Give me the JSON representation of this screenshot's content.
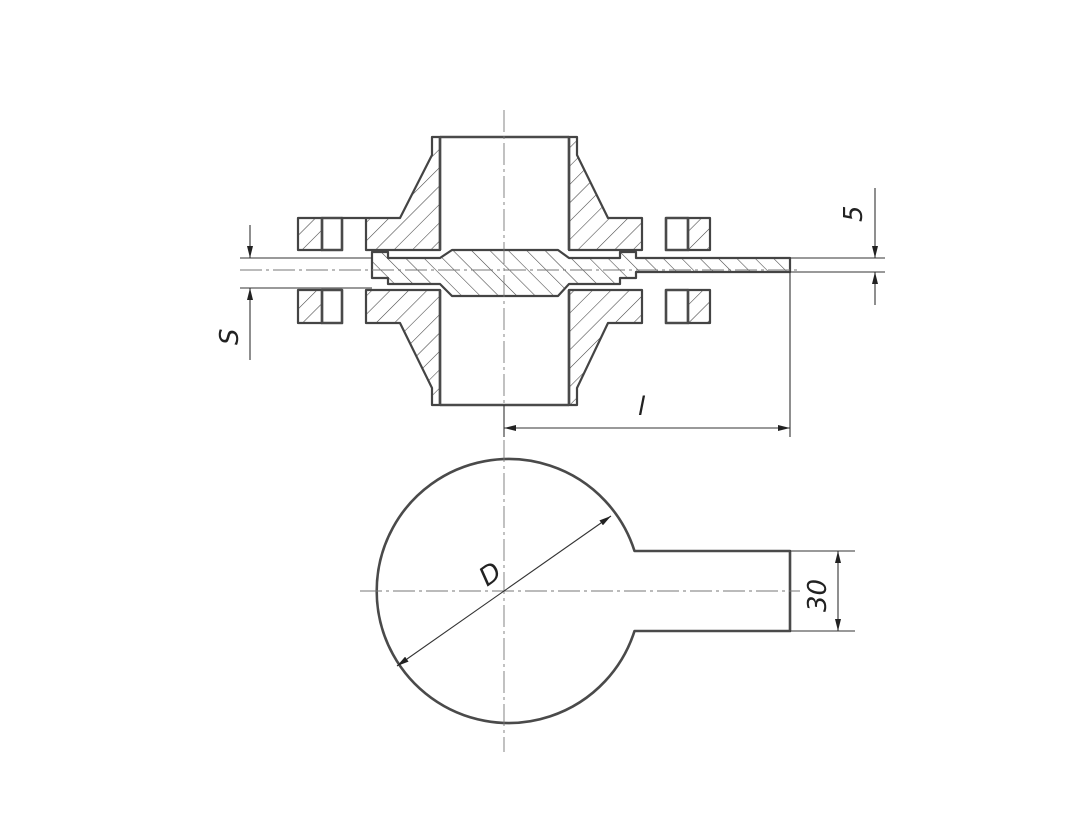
{
  "drawing": {
    "dimensions": {
      "plate_thickness": "S",
      "gap": "5",
      "handle_length": "l",
      "diameter": "D",
      "handle_width": "30"
    }
  }
}
